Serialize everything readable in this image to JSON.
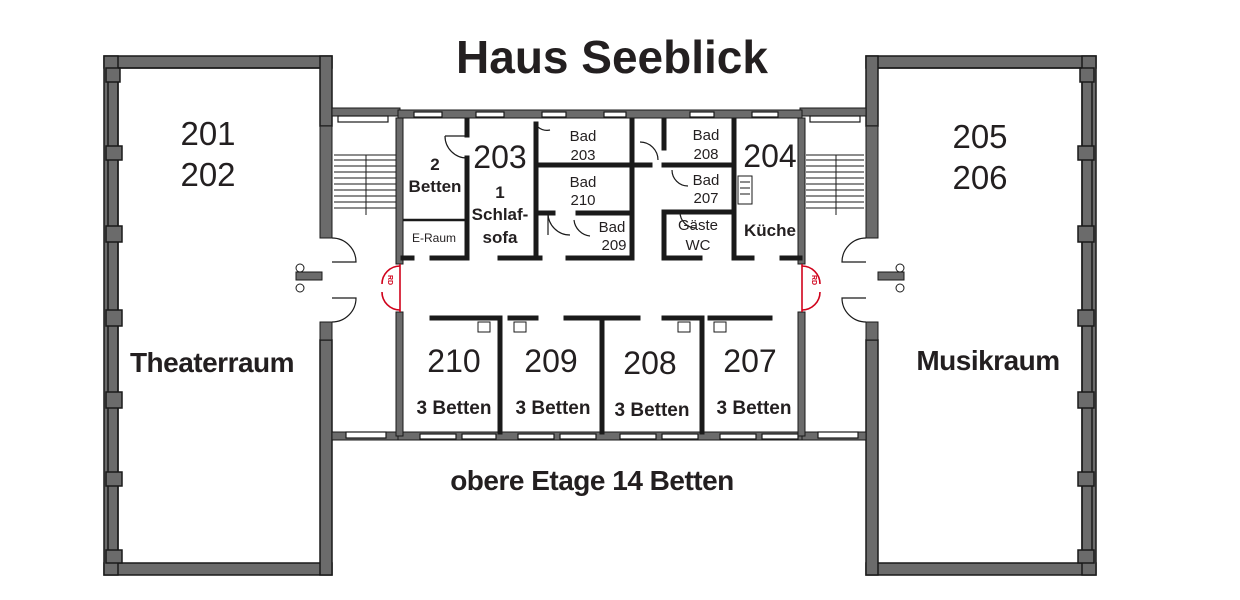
{
  "title": "Haus Seeblick",
  "left_wing": {
    "numbers": [
      "201",
      "202"
    ],
    "room_name": "Theaterraum"
  },
  "right_wing": {
    "numbers": [
      "205",
      "206"
    ],
    "room_name": "Musikraum"
  },
  "upper_rooms": {
    "room_203": {
      "number": "203",
      "beds_a_line1": "2",
      "beds_a_line2": "Betten",
      "beds_b_line1": "1",
      "beds_b_line2": "Schlaf-",
      "beds_b_line3": "sofa"
    },
    "e_raum": "E-Raum",
    "bath_203": {
      "line1": "Bad",
      "line2": "203"
    },
    "bath_210": {
      "line1": "Bad",
      "line2": "210"
    },
    "bath_209": {
      "line1": "Bad",
      "line2": "209"
    },
    "bath_208": {
      "line1": "Bad",
      "line2": "208"
    },
    "bath_207": {
      "line1": "Bad",
      "line2": "207"
    },
    "guest_wc": {
      "line1": "Gäste",
      "line2": "WC"
    },
    "room_204": {
      "number": "204",
      "label": "Küche"
    }
  },
  "lower_rooms": [
    {
      "number": "210",
      "beds": "3 Betten"
    },
    {
      "number": "209",
      "beds": "3 Betten"
    },
    {
      "number": "208",
      "beds": "3 Betten"
    },
    {
      "number": "207",
      "beds": "3 Betten"
    }
  ],
  "fire_door_label": "RD",
  "footer": "obere Etage 14 Betten",
  "colors": {
    "wall": "#6b6b6b",
    "line": "#1a1a1a",
    "fire_door": "#d0021b",
    "text": "#231f20"
  }
}
